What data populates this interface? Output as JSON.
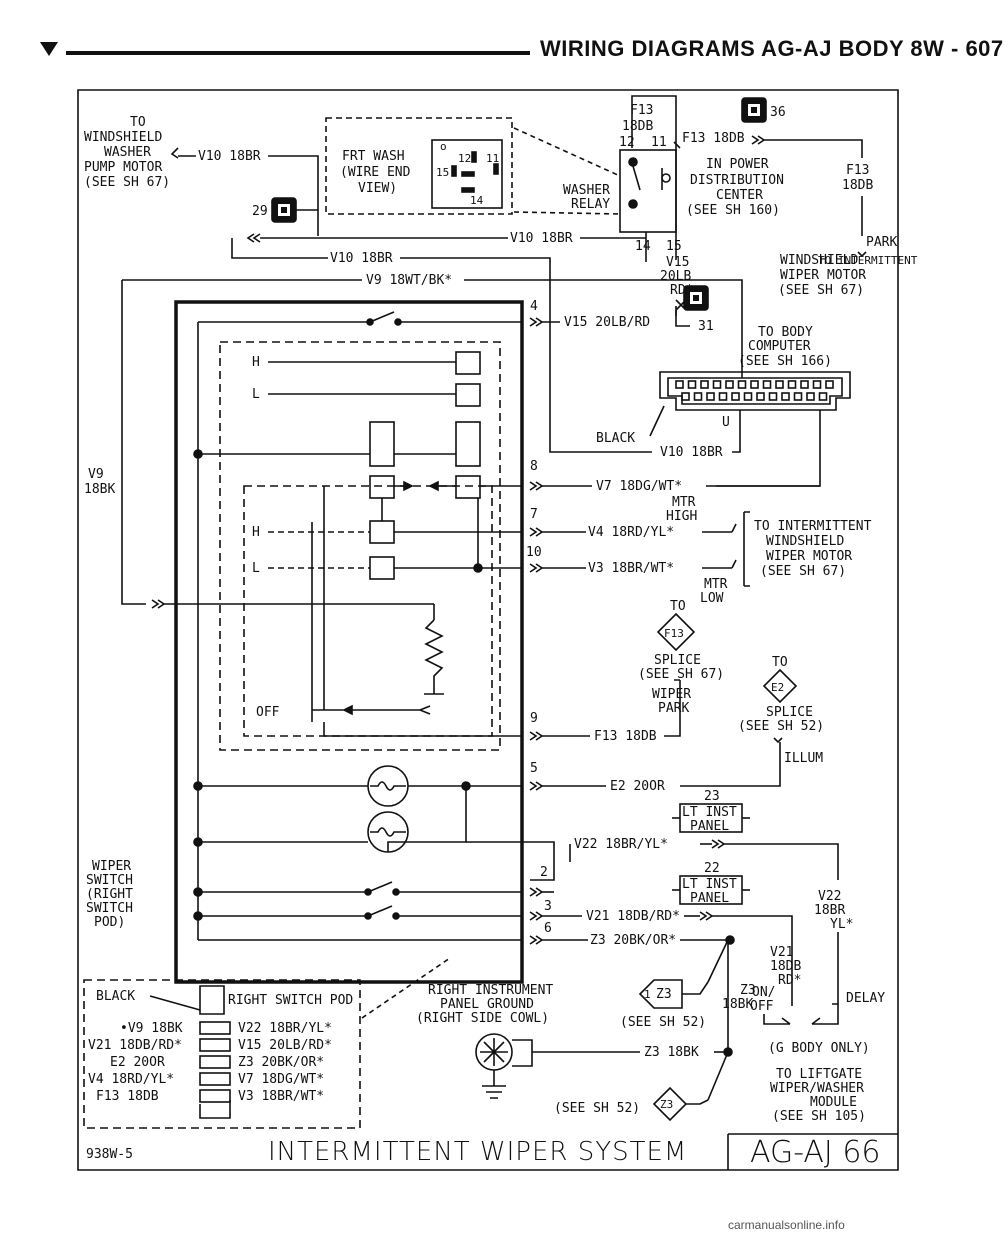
{
  "header": {
    "title": "WIRING DIAGRAMS AG-AJ BODY    8W - 607"
  },
  "labels": {
    "to_wsw_pump": [
      "TO",
      "WINDSHIELD",
      "WASHER",
      "PUMP MOTOR",
      "(SEE SH 67)"
    ],
    "v10_18br_a": "V10 18BR",
    "frt_wash": [
      "FRT WASH",
      "(WIRE END",
      "VIEW)"
    ],
    "relay_pins": {
      "p11": "11",
      "p12": "12",
      "p14": "14",
      "p15": "15"
    },
    "conn_29": "29",
    "washer_relay": [
      "WASHER",
      "RELAY"
    ],
    "f13_18db_vert": [
      "F13",
      "18DB"
    ],
    "relay_top_pins": {
      "p12": "12",
      "p11": "11"
    },
    "f13_18db_right": "F13 18DB",
    "conn_36": "36",
    "ipdc": [
      "IN POWER",
      "DISTRIBUTION",
      "CENTER",
      "(SEE SH 160)"
    ],
    "f13_18db_park": [
      "F13",
      "18DB"
    ],
    "park": "PARK",
    "pdc_pins": {
      "p14": "14",
      "p15": "15"
    },
    "v10_18br_b": "V10 18BR",
    "v15_20lb_rd": [
      "V15",
      "20LB",
      "RD*"
    ],
    "to_iww_motor_1": [
      "TO INTERMITTENT",
      "WINDSHIELD",
      "WIPER MOTOR",
      "(SEE SH 67)"
    ],
    "v10_18br_c": "V10 18BR",
    "v9_18wt_bk": "V9 18WT/BK*",
    "pin_4": "4",
    "v15_20lb_rd_b": "V15 20LB/RD",
    "conn_31": "31",
    "to_body_comp": [
      "TO BODY",
      "COMPUTER",
      "(SEE SH 166)"
    ],
    "black": "BLACK",
    "v10_18br_d": "V10 18BR",
    "u": "U",
    "sw_h": "H",
    "sw_l": "L",
    "v9_18bk": [
      "V9",
      "18BK"
    ],
    "pin_8": "8",
    "v7_18dg_wt": "V7 18DG/WT*",
    "mtr_high": [
      "MTR",
      "HIGH"
    ],
    "pin_7": "7",
    "v4_18rd_yl": "V4 18RD/YL*",
    "to_iww_motor_2": [
      "TO INTERMITTENT",
      "WINDSHIELD",
      "WIPER MOTOR",
      "(SEE SH 67)"
    ],
    "pin_10": "10",
    "sw_h2": "H",
    "sw_l2": "L",
    "v3_18br_wt": "V3 18BR/WT*",
    "mtr_low": [
      "MTR",
      "LOW"
    ],
    "to_f13": "TO",
    "f13": "F13",
    "splice_67": [
      "SPLICE",
      "(SEE SH 67)"
    ],
    "to_e2": "TO",
    "e2": "E2",
    "wiper_park": [
      "WIPER",
      "PARK"
    ],
    "off": "OFF",
    "splice_52": [
      "SPLICE",
      "(SEE SH 52)"
    ],
    "pin_9": "9",
    "f13_18db_b": "F13 18DB",
    "illum": "ILLUM",
    "pin_5": "5",
    "e2_20or": "E2 20OR",
    "p23": "23",
    "lt_inst_panel_1": [
      "LT INST",
      "PANEL"
    ],
    "v22_18br_yl": "V22 18BR/YL*",
    "p22": "22",
    "lt_inst_panel_2": [
      "LT INST",
      "PANEL"
    ],
    "wiper_switch": [
      "WIPER",
      "SWITCH",
      "(RIGHT",
      "SWITCH",
      "POD)"
    ],
    "pin_2": "2",
    "pin_3": "3",
    "pin_6": "6",
    "v21_18db_rd": "V21 18DB/RD*",
    "z3_20bk_or": "Z3 20BK/OR*",
    "v22_18br_yl_r": [
      "V22",
      "18BR",
      "YL*"
    ],
    "v21_18db_rd_r": [
      "V21",
      "18DB",
      "RD*"
    ],
    "on_off": [
      "ON/",
      "OFF"
    ],
    "delay": "DELAY",
    "pod_black": "BLACK",
    "pod_title": "RIGHT SWITCH POD",
    "pod_rows": [
      {
        "left": "•V9 18BK",
        "right": "V22 18BR/YL*"
      },
      {
        "left": "V21 18DB/RD*",
        "right": "V15 20LB/RD*"
      },
      {
        "left": "E2 20OR",
        "right": "Z3 20BK/OR*"
      },
      {
        "left": "V4 18RD/YL*",
        "right": "V7 18DG/WT*"
      },
      {
        "left": "F13 18DB",
        "right": "V3 18BR/WT*"
      }
    ],
    "rip_ground": [
      "RIGHT INSTRUMENT",
      "PANEL GROUND",
      "(RIGHT SIDE COWL)"
    ],
    "z3_a": "Z3",
    "z3_18bk": [
      "Z3",
      "18BK"
    ],
    "see_sh_52_a": "(SEE SH 52)",
    "z3_18bk_h": "Z3 18BK",
    "g_body": "(G BODY ONLY)",
    "to_liftgate": [
      "TO LIFTGATE",
      "WIPER/WASHER",
      "MODULE",
      "(SEE SH 105)"
    ],
    "see_sh_52_b": "(SEE SH 52)",
    "z3_b": "Z3",
    "fig_code": "938W-5",
    "diagram_title": "INTERMITTENT WIPER SYSTEM",
    "page_code": "AG-AJ 66"
  },
  "watermark": "carmanualsonline.info"
}
